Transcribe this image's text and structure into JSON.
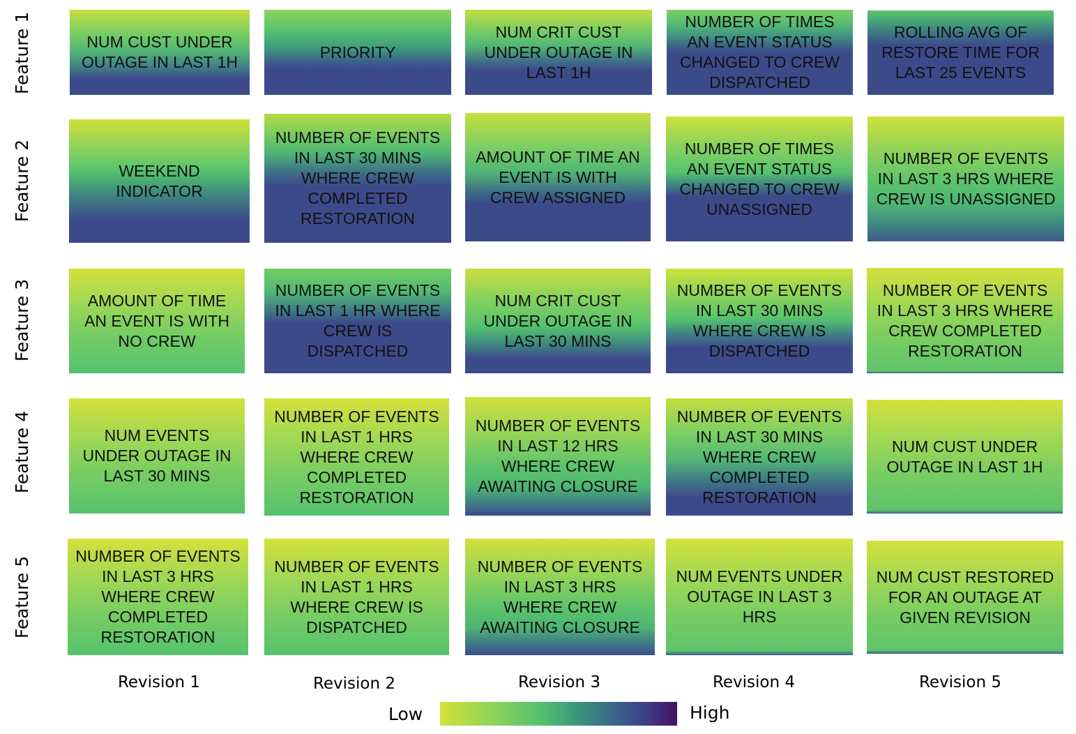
{
  "rows": [
    "Feature 1",
    "Feature 2",
    "Feature 3",
    "Feature 4",
    "Feature 5"
  ],
  "columns": [
    "Revision 1",
    "Revision 2",
    "Revision 3",
    "Revision 4",
    "Revision 5"
  ],
  "cells": [
    [
      "NUM CUST UNDER OUTAGE IN LAST 1H",
      "PRIORITY",
      "NUM CRIT CUST UNDER OUTAGE IN LAST 1H",
      "NUMBER OF TIMES AN EVENT STATUS CHANGED TO CREW DISPATCHED",
      "ROLLING AVG OF RESTORE TIME FOR LAST 25 EVENTS"
    ],
    [
      "WEEKEND INDICATOR",
      "NUMBER OF EVENTS IN LAST 30 MINS WHERE CREW COMPLETED RESTORATION",
      "AMOUNT OF TIME AN EVENT IS WITH CREW ASSIGNED",
      "NUMBER OF TIMES AN EVENT STATUS CHANGED TO CREW UNASSIGNED",
      "NUMBER OF EVENTS IN LAST 3 HRS WHERE CREW IS UNASSIGNED"
    ],
    [
      "AMOUNT OF TIME AN EVENT IS WITH NO CREW",
      "NUMBER OF EVENTS IN LAST 1 HR WHERE CREW IS DISPATCHED",
      "NUM CRIT CUST UNDER OUTAGE IN LAST 30 MINS",
      "NUMBER OF EVENTS IN LAST 30 MINS WHERE CREW IS DISPATCHED",
      "NUMBER OF EVENTS IN LAST 3 HRS WHERE CREW COMPLETED RESTORATION"
    ],
    [
      "NUM EVENTS UNDER OUTAGE IN LAST 30 MINS",
      "NUMBER OF EVENTS IN LAST 1 HRS WHERE CREW COMPLETED RESTORATION",
      "NUMBER OF EVENTS IN LAST 12 HRS WHERE CREW AWAITING CLOSURE",
      "NUMBER OF EVENTS IN LAST 30 MINS WHERE CREW COMPLETED RESTORATION",
      "NUM CUST UNDER OUTAGE IN LAST 1H"
    ],
    [
      "NUMBER OF EVENTS IN LAST 3 HRS WHERE CREW COMPLETED RESTORATION",
      "NUMBER OF EVENTS IN LAST 1 HRS WHERE CREW IS DISPATCHED",
      "NUMBER OF EVENTS IN LAST 3 HRS WHERE CREW AWAITING CLOSURE",
      "NUM EVENTS UNDER OUTAGE IN LAST 3 HRS",
      "NUM CUST RESTORED FOR AN OUTAGE AT GIVEN REVISION"
    ]
  ],
  "legend": {
    "low_label": "Low",
    "high_label": "High"
  },
  "colors": {
    "low": "#d4e13a",
    "mid": "#55c26e",
    "high": "#3d4a8a"
  }
}
